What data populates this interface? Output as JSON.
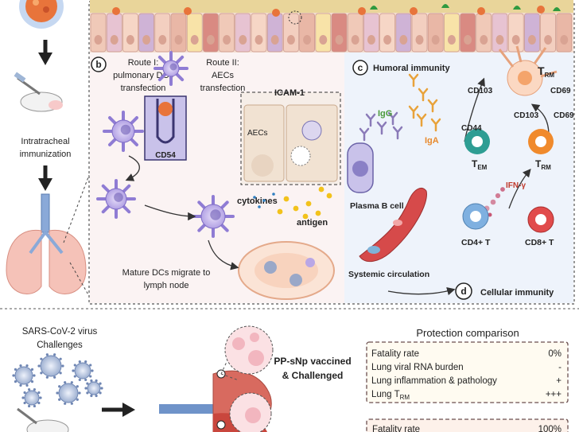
{
  "left": {
    "immunization": [
      "Intratracheal",
      "immunization"
    ]
  },
  "panel_b": {
    "badge": "b",
    "route1": [
      "Route I:",
      "pulmonary DCs",
      "transfection"
    ],
    "route2": [
      "Route II:",
      "AECs",
      "transfection"
    ],
    "cd54": "CD54",
    "icam": "ICAM-1",
    "aecs": "AECs",
    "cytokines": "cytokines",
    "antigen": "antigen",
    "mature": [
      "Mature DCs migrate to",
      "lymph node"
    ]
  },
  "panel_c": {
    "badge": "c",
    "title": "Humoral immunity",
    "igg": "IgG",
    "iga": "IgA",
    "plasma": "Plasma B cell",
    "trm_main": "T",
    "trm_sub": "RM",
    "cd103": "CD103",
    "cd69": "CD69",
    "cd44": "CD44",
    "tem_main": "T",
    "tem_sub": "EM",
    "ifn": "IFN-γ",
    "cd4": "CD4+ T",
    "cd8": "CD8+ T",
    "systemic": "Systemic circulation"
  },
  "panel_d": {
    "badge": "d",
    "title": "Cellular immunity"
  },
  "bottom": {
    "challenge": [
      "SARS-CoV-2 virus",
      "Challenges"
    ],
    "vaccinated": [
      "PP-sNp vaccined",
      "& Challenged"
    ],
    "protection_title": "Protection comparison",
    "table1": [
      {
        "label": "Fatality rate",
        "value": "0%"
      },
      {
        "label": "Lung viral RNA burden",
        "value": "-"
      },
      {
        "label": "Lung inflammation & pathology",
        "value": "+"
      },
      {
        "label": "Lung T",
        "label_sub": "RM",
        "value": "+++"
      }
    ],
    "table2_first": {
      "label": "Fatality rate",
      "value": "100%"
    }
  },
  "colors": {
    "panel_b_bg": "#fbf3f3",
    "panel_c_bg": "#eef3fb",
    "dc": "#b9a7e6",
    "box1": "#fffbf1",
    "box2": "#fdf1ea"
  }
}
